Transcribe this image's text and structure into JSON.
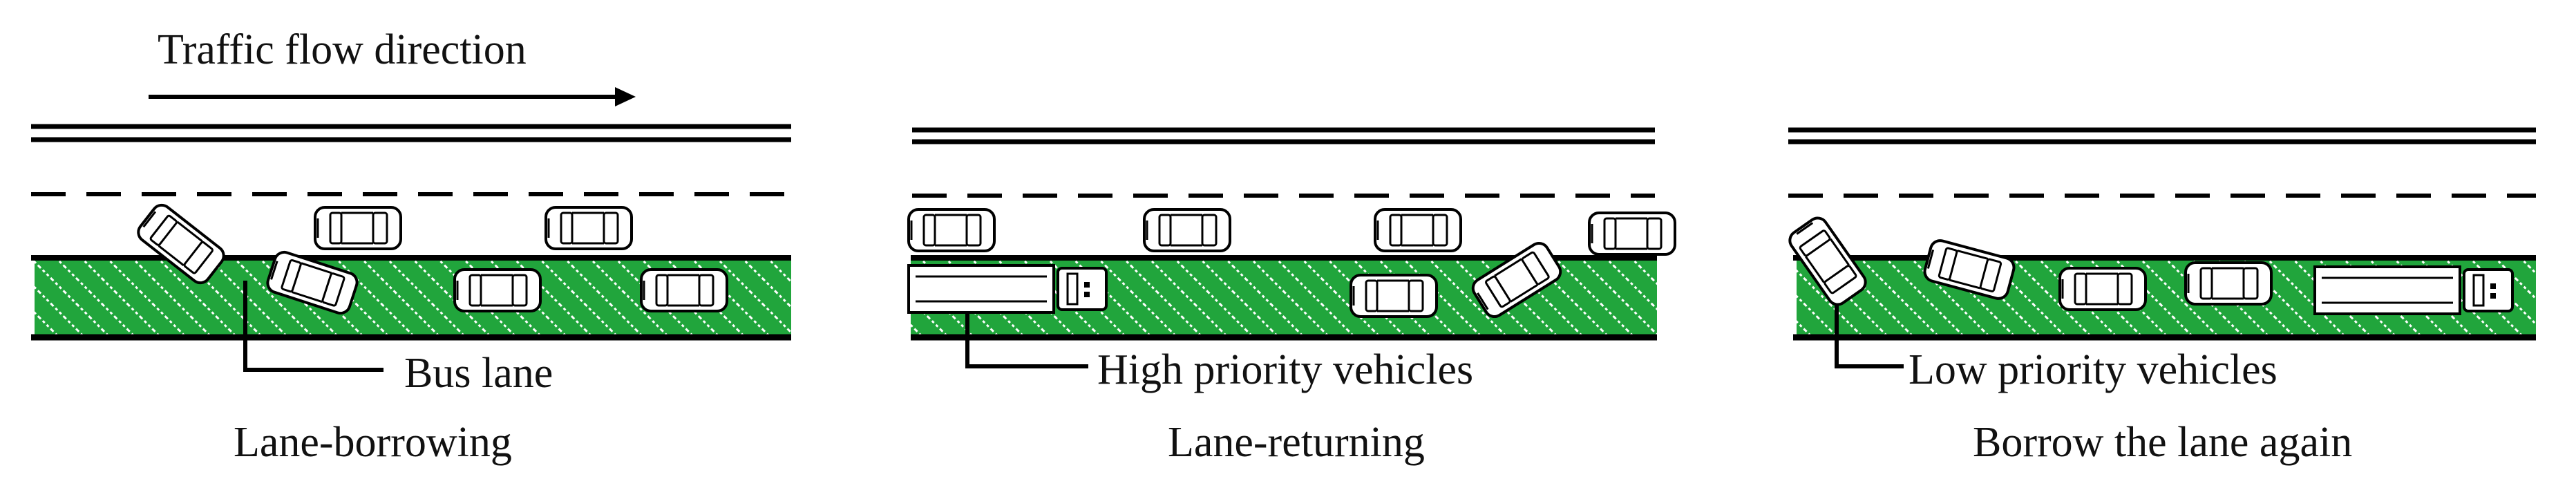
{
  "colors": {
    "bus_lane_fill": "#21a53c",
    "bus_lane_hatch": "#ffffff",
    "line": "#000000",
    "car_fill": "#ffffff"
  },
  "direction": {
    "label": "Traffic flow direction",
    "arrow": "right-arrow-icon"
  },
  "panels": [
    {
      "title": "Lane-borrowing",
      "callout": "Bus lane"
    },
    {
      "title": "Lane-returning",
      "callout": "High priority vehicles"
    },
    {
      "title": "Borrow the lane again",
      "callout": "Low priority vehicles"
    }
  ]
}
